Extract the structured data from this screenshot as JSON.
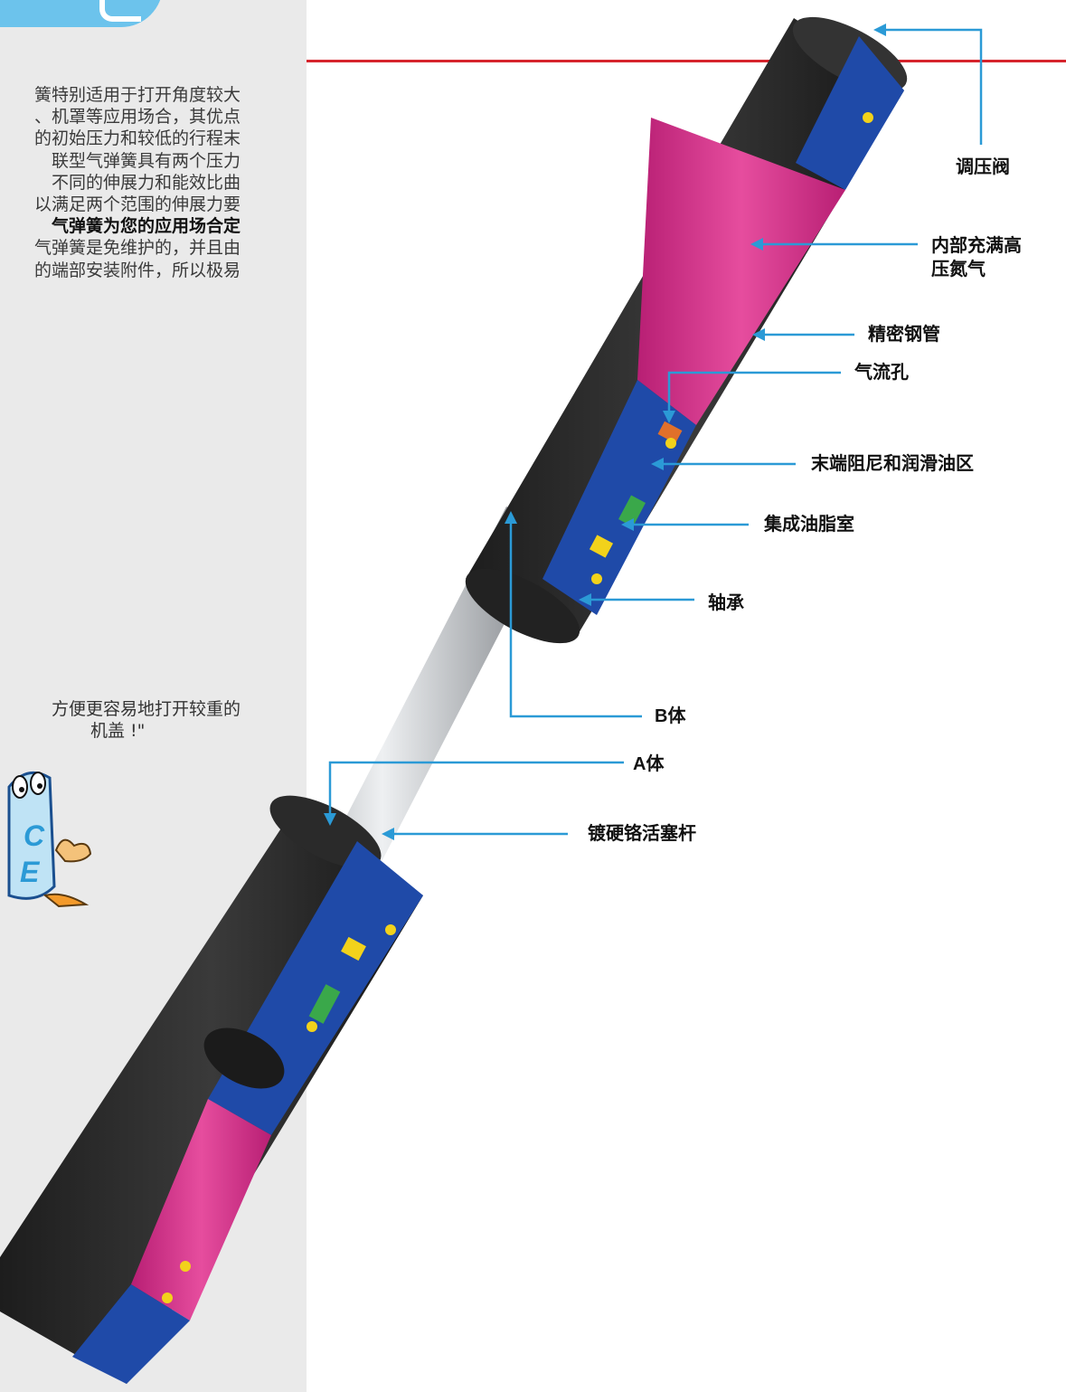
{
  "intro": {
    "lines": [
      "簧特别适用于打开角度较大",
      "、机罩等应用场合，其优点",
      "的初始压力和较低的行程末",
      "联型气弹簧具有两个压力",
      "不同的伸展力和能效比曲",
      "以满足两个范围的伸展力要",
      "气弹簧为您的应用场合定",
      "气弹簧是免维护的，并且由",
      "的端部安装附件，所以极易"
    ]
  },
  "quote": {
    "line1": "方便更容易地打开较重的",
    "line2": "机盖 !\""
  },
  "mascot_letters": {
    "c": "C",
    "e": "E"
  },
  "callouts": {
    "pressure_valve": "调压阀",
    "nitrogen_line1": "内部充满高",
    "nitrogen_line2": "压氮气",
    "steel_tube": "精密钢管",
    "airflow_hole": "气流孔",
    "end_damping": "末端阻尼和润滑油区",
    "grease_chamber": "集成油脂室",
    "bearing": "轴承",
    "body_b": "B体",
    "body_a": "A体",
    "piston_rod": "镀硬铬活塞杆"
  },
  "colors": {
    "sidebar_bg": "#eaeaea",
    "accent_blue": "#2b9ad6",
    "rule_red": "#d6242c",
    "nitrogen_pink": "#d9288a",
    "seal_blue": "#1f4aa8",
    "tube_black": "#2b2b2b"
  }
}
